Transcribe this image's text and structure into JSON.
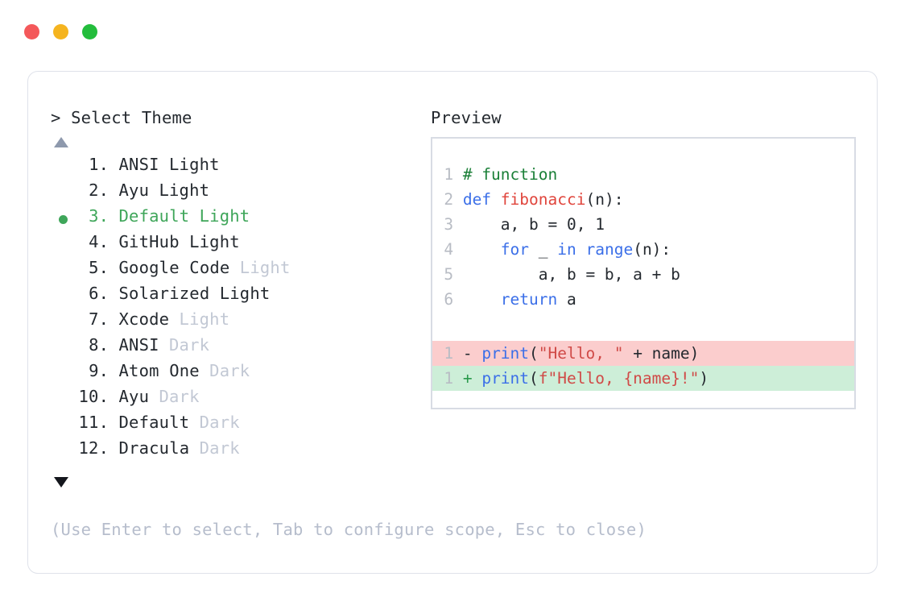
{
  "window": {
    "controls": [
      {
        "name": "close",
        "color": "#f4585a"
      },
      {
        "name": "minimize",
        "color": "#f5b41f"
      },
      {
        "name": "maximize",
        "color": "#23bd3c"
      }
    ]
  },
  "prompt": {
    "marker": ">",
    "title": "Select Theme",
    "full": "> Select Theme"
  },
  "scroll": {
    "up_icon": "triangle-up",
    "down_icon": "triangle-down",
    "up_color": "#8e99ad",
    "down_color": "#14161c"
  },
  "themes": {
    "selected_index": 3,
    "selected_color": "#3fa65a",
    "muted_color": "#c2c8d4",
    "items": [
      {
        "index": "1",
        "sep": ".",
        "name": "ANSI",
        "variant": "Light",
        "variant_muted": false,
        "selected": false
      },
      {
        "index": "2",
        "sep": ".",
        "name": "Ayu",
        "variant": "Light",
        "variant_muted": false,
        "selected": false
      },
      {
        "index": "3",
        "sep": ".",
        "name": "Default",
        "variant": "Light",
        "variant_muted": false,
        "selected": true
      },
      {
        "index": "4",
        "sep": ".",
        "name": "GitHub",
        "variant": "Light",
        "variant_muted": false,
        "selected": false
      },
      {
        "index": "5",
        "sep": ".",
        "name": "Google Code",
        "variant": "Light",
        "variant_muted": true,
        "selected": false
      },
      {
        "index": "6",
        "sep": ".",
        "name": "Solarized",
        "variant": "Light",
        "variant_muted": false,
        "selected": false
      },
      {
        "index": "7",
        "sep": ".",
        "name": "Xcode",
        "variant": "Light",
        "variant_muted": true,
        "selected": false
      },
      {
        "index": "8",
        "sep": ".",
        "name": "ANSI",
        "variant": "Dark",
        "variant_muted": true,
        "selected": false
      },
      {
        "index": "9",
        "sep": ".",
        "name": "Atom One",
        "variant": "Dark",
        "variant_muted": true,
        "selected": false
      },
      {
        "index": "10",
        "sep": ".",
        "name": "Ayu",
        "variant": "Dark",
        "variant_muted": true,
        "selected": false
      },
      {
        "index": "11",
        "sep": ".",
        "name": "Default",
        "variant": "Dark",
        "variant_muted": true,
        "selected": false
      },
      {
        "index": "12",
        "sep": ".",
        "name": "Dracula",
        "variant": "Dark",
        "variant_muted": true,
        "selected": false
      }
    ]
  },
  "hint": {
    "text": "(Use Enter to select, Tab to configure scope, Esc to close)"
  },
  "preview": {
    "title": "Preview",
    "code_lines": [
      {
        "n": "1",
        "tokens": [
          {
            "t": "# function",
            "c": "comment"
          }
        ]
      },
      {
        "n": "2",
        "tokens": [
          {
            "t": "def ",
            "c": "keyword"
          },
          {
            "t": "fibonacci",
            "c": "func"
          },
          {
            "t": "(n):",
            "c": "plain"
          }
        ]
      },
      {
        "n": "3",
        "tokens": [
          {
            "t": "    a, b = ",
            "c": "plain"
          },
          {
            "t": "0",
            "c": "num"
          },
          {
            "t": ", ",
            "c": "plain"
          },
          {
            "t": "1",
            "c": "num"
          }
        ]
      },
      {
        "n": "4",
        "tokens": [
          {
            "t": "    ",
            "c": "plain"
          },
          {
            "t": "for",
            "c": "keyword"
          },
          {
            "t": " _ ",
            "c": "plain"
          },
          {
            "t": "in",
            "c": "keyword"
          },
          {
            "t": " ",
            "c": "plain"
          },
          {
            "t": "range",
            "c": "builtin"
          },
          {
            "t": "(n):",
            "c": "plain"
          }
        ]
      },
      {
        "n": "5",
        "tokens": [
          {
            "t": "        a, b = b, a + b",
            "c": "plain"
          }
        ]
      },
      {
        "n": "6",
        "tokens": [
          {
            "t": "    ",
            "c": "plain"
          },
          {
            "t": "return",
            "c": "keyword"
          },
          {
            "t": " a",
            "c": "plain"
          }
        ]
      }
    ],
    "diff_lines": [
      {
        "n": "1",
        "sign": "-",
        "kind": "del",
        "bg": "#fbcdcd",
        "tokens": [
          {
            "t": "print",
            "c": "builtin"
          },
          {
            "t": "(",
            "c": "plain"
          },
          {
            "t": "\"Hello, \"",
            "c": "string"
          },
          {
            "t": " + name)",
            "c": "plain"
          }
        ]
      },
      {
        "n": "1",
        "sign": "+",
        "kind": "add",
        "bg": "#cdeed8",
        "tokens": [
          {
            "t": "print",
            "c": "builtin"
          },
          {
            "t": "(",
            "c": "plain"
          },
          {
            "t": "f\"Hello, {name}!\"",
            "c": "string"
          },
          {
            "t": ")",
            "c": "plain"
          }
        ]
      }
    ]
  }
}
